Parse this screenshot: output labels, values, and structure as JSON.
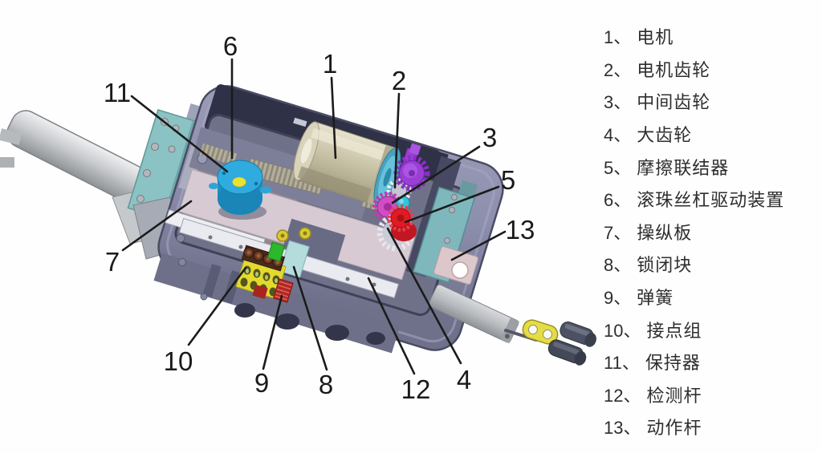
{
  "legend": {
    "items": [
      {
        "num": "1、",
        "name": "电机"
      },
      {
        "num": "2、",
        "name": "电机齿轮"
      },
      {
        "num": "3、",
        "name": "中间齿轮"
      },
      {
        "num": "4、",
        "name": "大齿轮"
      },
      {
        "num": "5、",
        "name": "摩擦联结器"
      },
      {
        "num": "6、",
        "name": "滚珠丝杠驱动装置"
      },
      {
        "num": "7、",
        "name": "操纵板"
      },
      {
        "num": "8、",
        "name": "锁闭块"
      },
      {
        "num": "9、",
        "name": "弹簧"
      },
      {
        "num": "10、",
        "name": "接点组"
      },
      {
        "num": "11、",
        "name": "保持器"
      },
      {
        "num": "12、",
        "name": "检测杆"
      },
      {
        "num": "13、",
        "name": "动作杆"
      }
    ]
  },
  "callouts": {
    "c1": "1",
    "c2": "2",
    "c3": "3",
    "c4": "4",
    "c5": "5",
    "c6": "6",
    "c7": "7",
    "c8": "8",
    "c9": "9",
    "c10": "10",
    "c11": "11",
    "c12": "12",
    "c13": "13"
  },
  "colors": {
    "background": "#ffffff",
    "housing": "#8d8fae",
    "housing_dark": "#2f3147",
    "motor": "#cfc9ae",
    "motor_cap": "#4aa2bf",
    "motor_gear": "#9a3fd4",
    "intermediate_gear": "#cf4ec4",
    "friction_coupler": "#e01b24",
    "large_gear": "#c9ccd8",
    "knob": "#35c4d8",
    "retainer": "#2fabdf",
    "retainer_center": "#e8e235",
    "ball_screw": "#b3ad9c",
    "control_plate": "#d7cad3",
    "detection_rod": "#e9ebf0",
    "lock_block": "#b5dcdc",
    "contact_group": "#e3da2e",
    "contact_pins": "#6b3a22",
    "spring": "#b02824",
    "side_plate": "#8bc2c3",
    "end_plate": "#7fb8bc",
    "action_rod_plate": "#dcc7cb",
    "action_rod": "#c4c6ca",
    "link": "#e5dd45",
    "clevis": "#4c5263",
    "leader": "#1b1b1b",
    "text": "#2e2e2e"
  }
}
